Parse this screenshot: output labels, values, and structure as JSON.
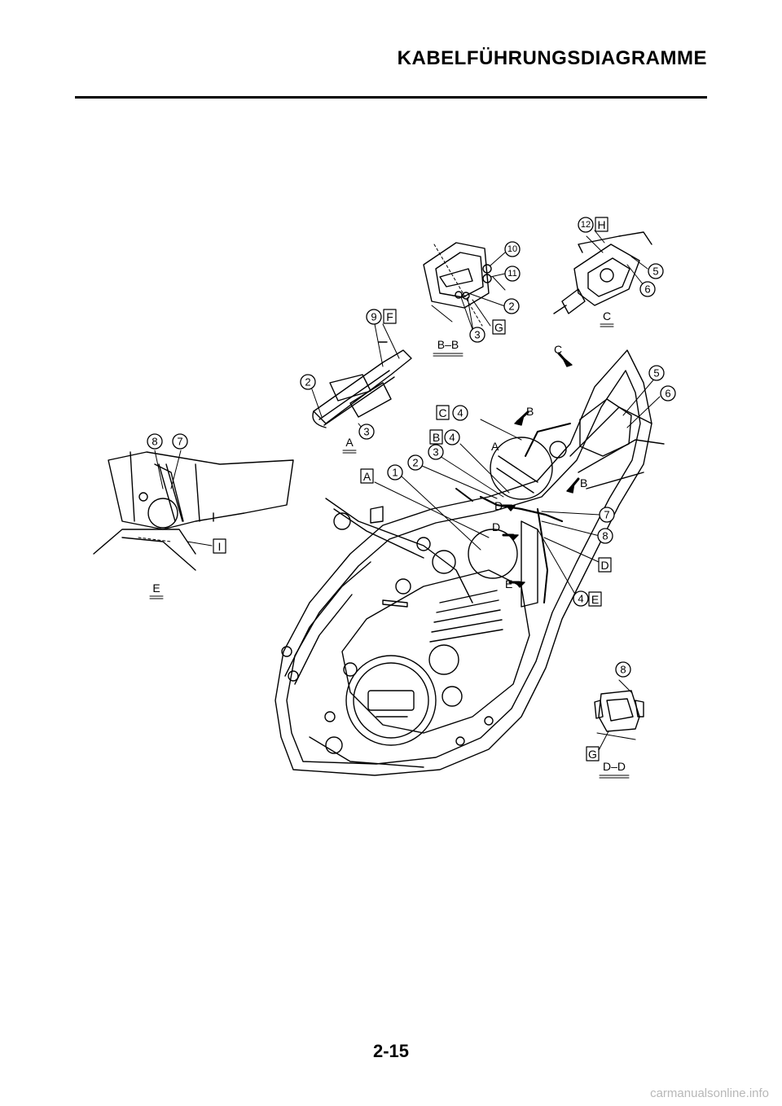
{
  "header": {
    "title": "KABELFÜHRUNGSDIAGRAMME"
  },
  "footer": {
    "page_number": "2-15"
  },
  "watermark": "carmanualsonline.info",
  "labels": {
    "n1": "1",
    "n2": "2",
    "n3": "3",
    "n4": "4",
    "n5": "5",
    "n6": "6",
    "n7": "7",
    "n8": "8",
    "n9": "9",
    "n10": "10",
    "n11": "11",
    "n12": "12",
    "A": "A",
    "B": "B",
    "C": "C",
    "D": "D",
    "E": "E",
    "F": "F",
    "G": "G",
    "H": "H",
    "I": "I"
  },
  "sections": {
    "A": "A",
    "BB": "B–B",
    "C": "C",
    "E": "E",
    "DD": "D–D"
  }
}
